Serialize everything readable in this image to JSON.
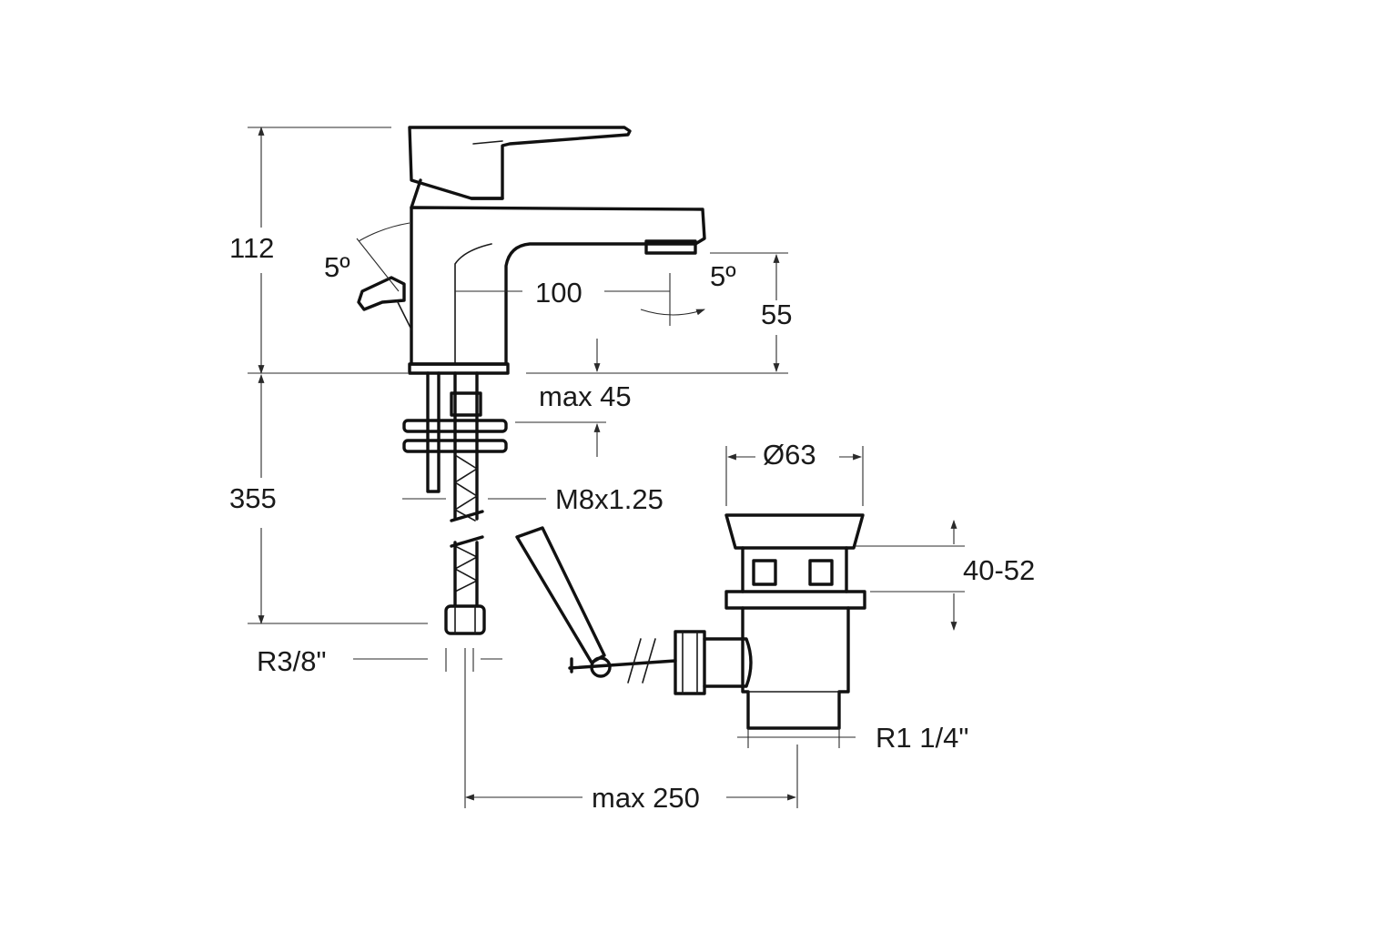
{
  "dimensions": {
    "height_upper": "112",
    "height_lower": "355",
    "lever_angle": "5º",
    "spout_angle": "5º",
    "spout_reach": "100",
    "spout_height": "55",
    "max_thickness": "max 45",
    "rod_thread": "M8x1.25",
    "hose_thread": "R3/8\"",
    "waste_diameter": "Ø63",
    "waste_range": "40-52",
    "waste_thread": "R1 1/4\"",
    "max_distance": "max 250"
  }
}
